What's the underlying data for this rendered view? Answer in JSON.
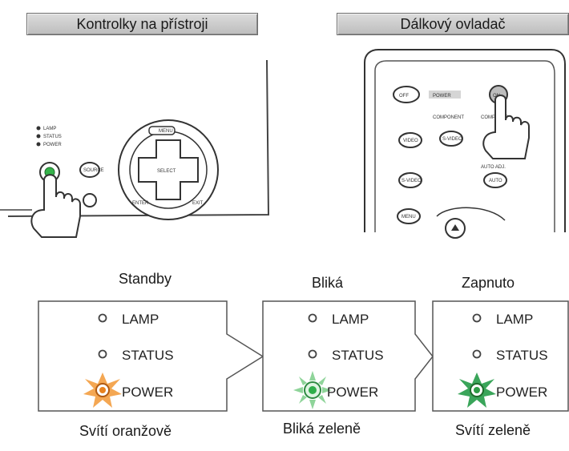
{
  "headers": {
    "device": "Kontrolky na přístroji",
    "remote": "Dálkový ovladač"
  },
  "remote_buttons": {
    "off": "OFF",
    "power": "POWER",
    "on": "ON",
    "component": "COMPONENT",
    "computer": "COMPUTER",
    "video": "VIDEO",
    "svideo_top": "S-VIDEO",
    "svideo": "S-VIDEO",
    "auto_adj": "AUTO ADJ.",
    "auto": "AUTO",
    "menu": "MENU"
  },
  "device_labels": {
    "lamp": "LAMP",
    "status": "STATUS",
    "power": "POWER",
    "source": "SOURCE",
    "menu": "MENU",
    "select": "SELECT",
    "enter": "ENTER",
    "exit": "EXIT"
  },
  "states": [
    {
      "title": "Standby",
      "caption": "Svítí oranžově",
      "indicator_color": "#e8821e",
      "mode": "steady"
    },
    {
      "title": "Bliká",
      "caption": "Bliká zeleně",
      "indicator_color": "#2fae4a",
      "mode": "blinking"
    },
    {
      "title": "Zapnuto",
      "caption": "Svítí zeleně",
      "indicator_color": "#2e9c47",
      "mode": "steady"
    }
  ],
  "indicator_labels": {
    "lamp": "LAMP",
    "status": "STATUS",
    "power": "POWER"
  }
}
